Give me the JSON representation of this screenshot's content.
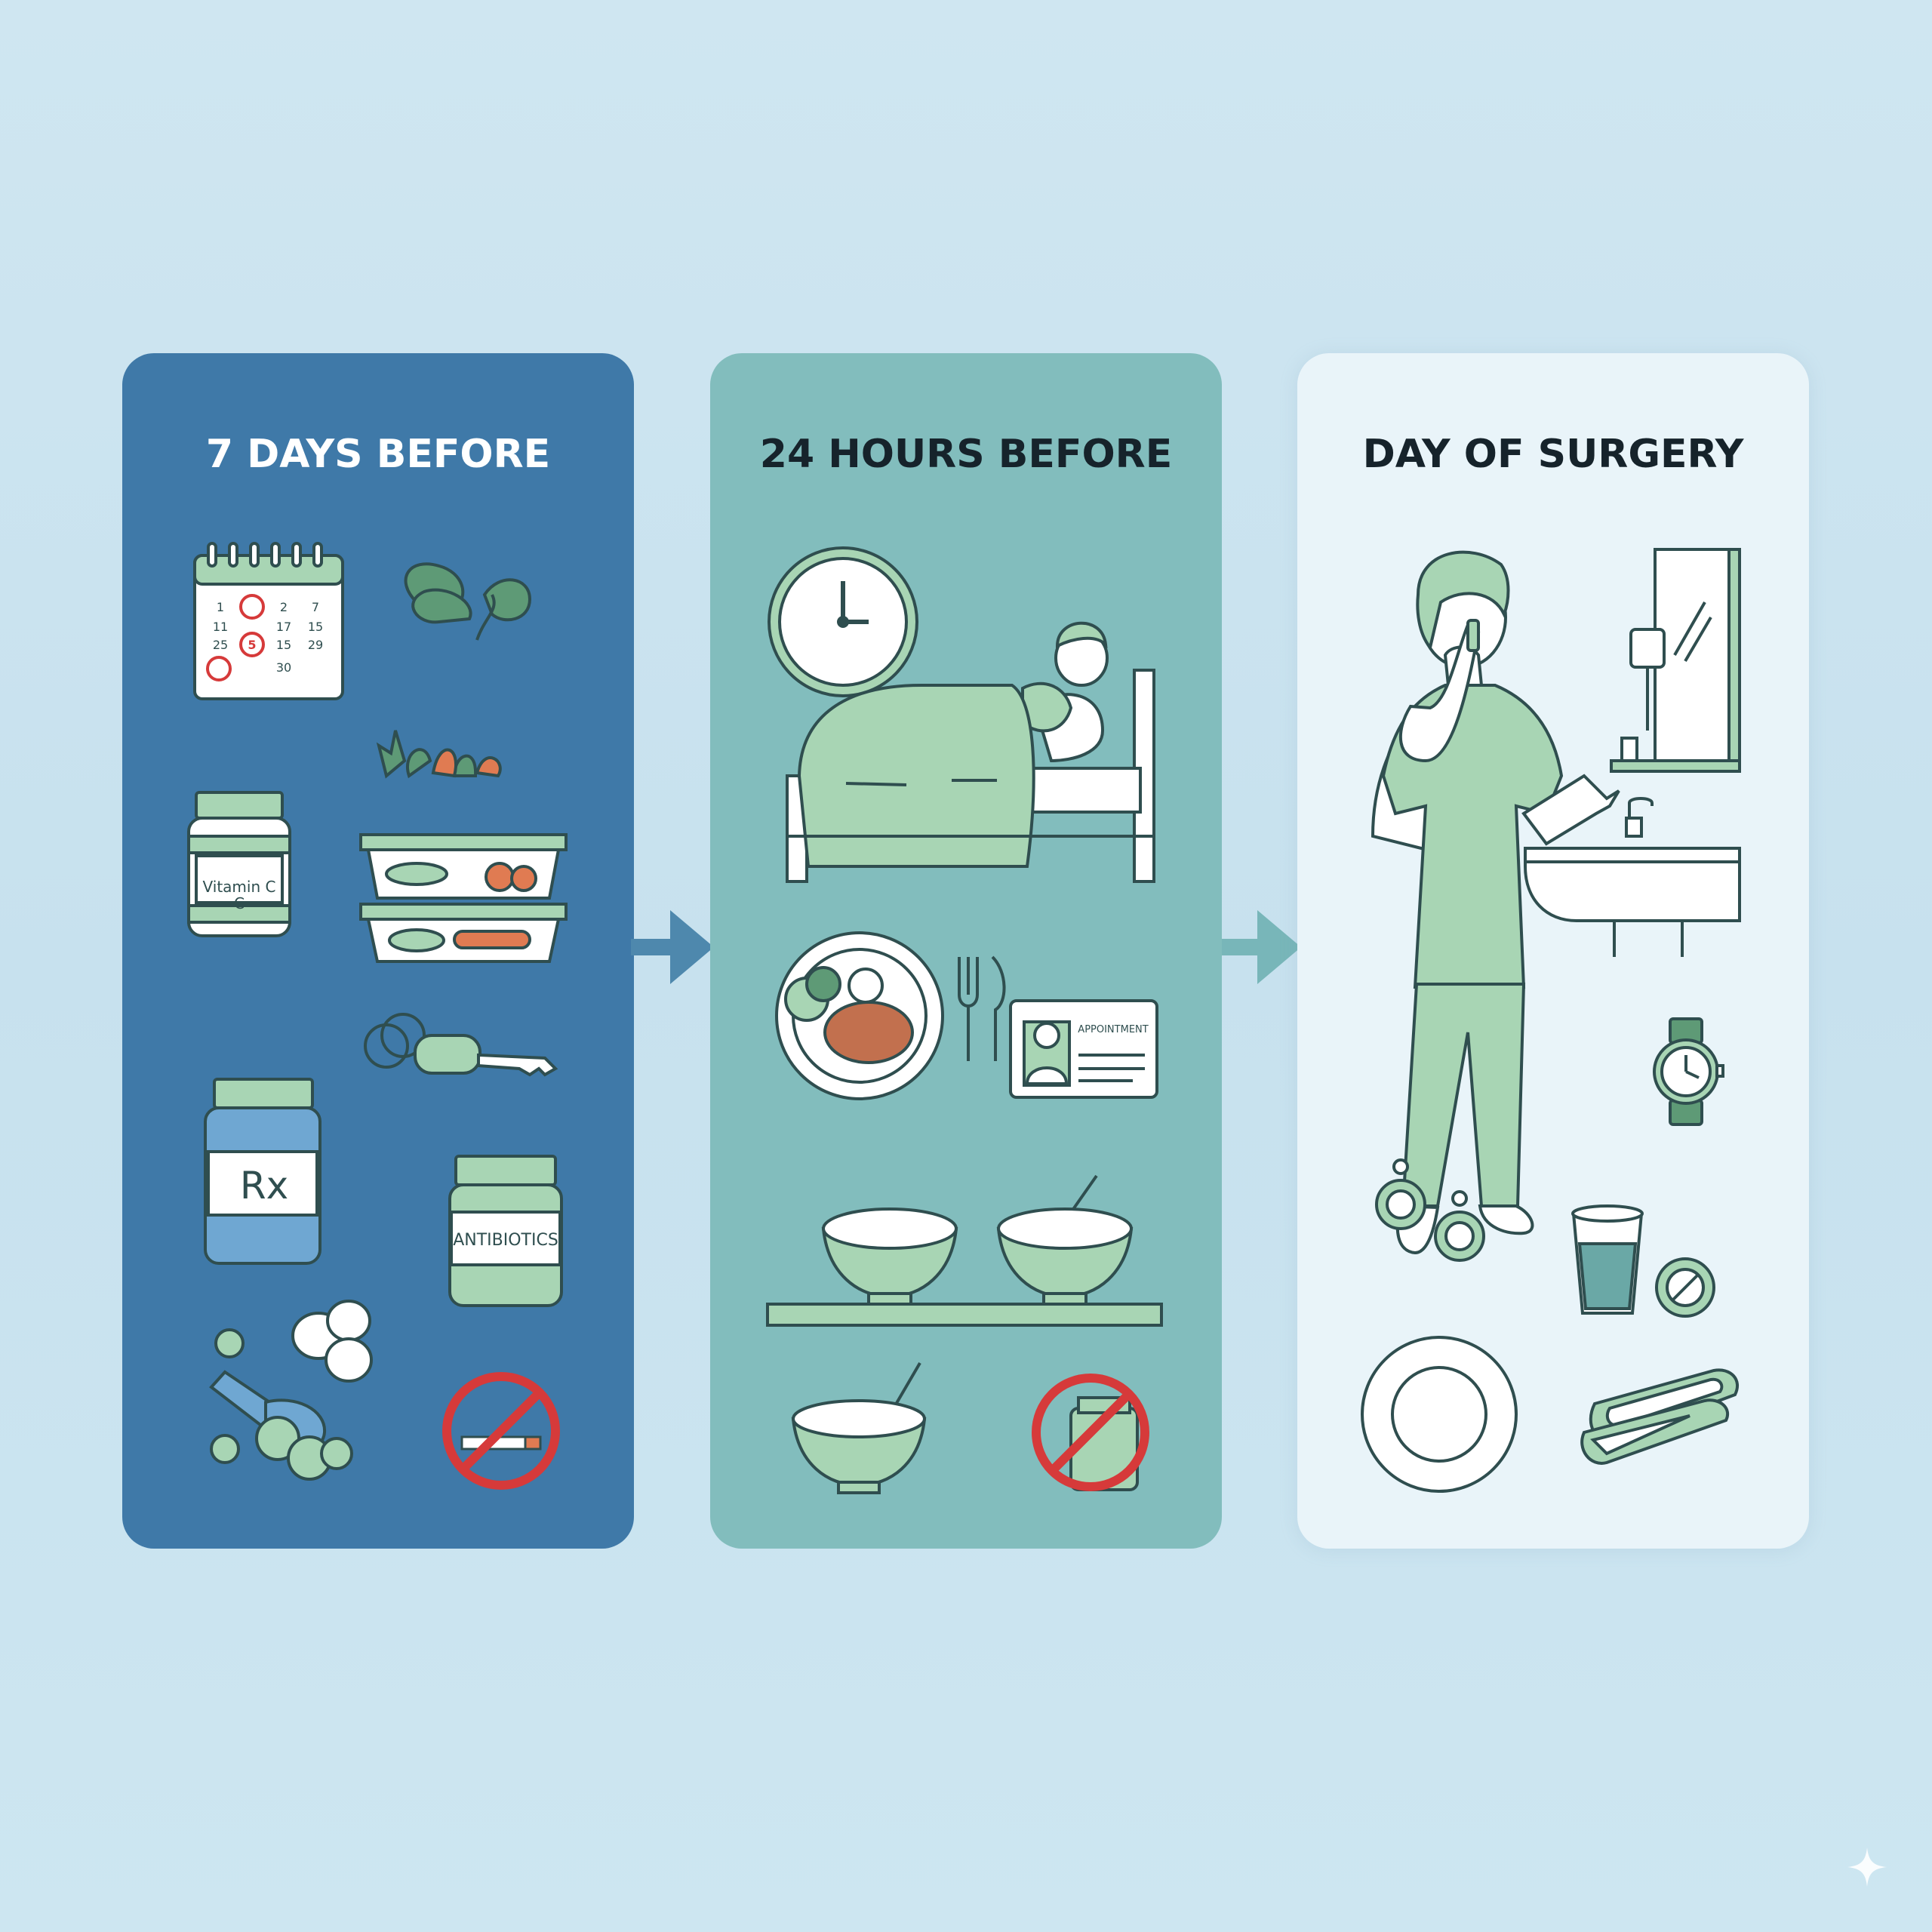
{
  "panels": [
    {
      "title": "7 DAYS BEFORE",
      "calendar_numbers": [
        "1",
        "2",
        "7",
        "11",
        "17",
        "15",
        "25",
        "15",
        "29",
        "5",
        "30"
      ],
      "vitamin_label": "Vitamin C\nC",
      "vitamin_line1": "Vitamin C",
      "vitamin_line2": "C",
      "rx_label": "Rx",
      "antibiotics_label": "ANTIBIOTICS"
    },
    {
      "title": "24 HOURS BEFORE",
      "id_card_label": "APPOINTMENT"
    },
    {
      "title": "DAY OF SURGERY"
    }
  ],
  "colors": {
    "background": "#cde5f0",
    "panel_1": "#3f79a8",
    "panel_2": "#82bdbd",
    "panel_3": "#e9f4f9",
    "accent_green": "#a8d5b4",
    "line": "#2f4e4f",
    "forbidden_red": "#d63a3a",
    "arrow": "#4e88ad"
  }
}
